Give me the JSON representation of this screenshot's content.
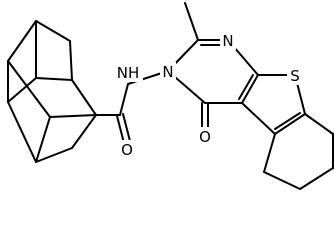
{
  "molecule": {
    "atoms": {
      "amide_nh": "NH",
      "ring_n_top": "N",
      "ring_n_left": "N",
      "sulfur": "S",
      "carbonyl_o_ring": "O",
      "carbonyl_o_amide": "O"
    },
    "colors": {
      "bond": "#000000",
      "label": "#000000",
      "background": "#ffffff"
    }
  }
}
